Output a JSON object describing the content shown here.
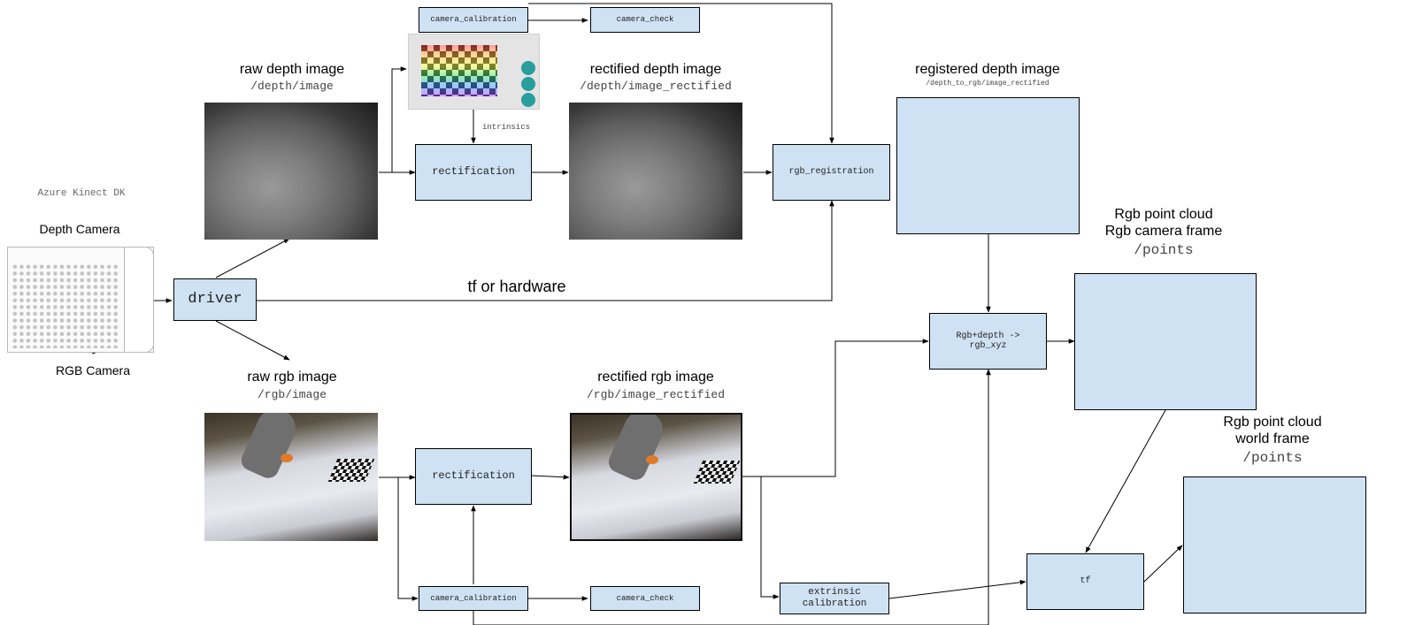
{
  "kinect": {
    "title": "Azure Kinect DK",
    "depth_label": "Depth Camera",
    "rgb_label": "RGB Camera"
  },
  "driver": "driver",
  "tf_label": "tf or hardware",
  "depth": {
    "raw_title": "raw depth image",
    "raw_topic": "/depth/image",
    "rectified_title": "rectified depth image",
    "rectified_topic": "/depth/image_rectified",
    "registered_title": "registered depth image",
    "registered_topic": "/depth_to_rgb/image_rectified"
  },
  "rgb": {
    "raw_title": "raw rgb image",
    "raw_topic": "/rgb/image",
    "rectified_title": "rectified rgb image",
    "rectified_topic": "/rgb/image_rectified"
  },
  "boxes": {
    "camera_calibration_top": "camera_calibration",
    "camera_check_top": "camera_check",
    "rectification_depth": "rectification",
    "rgb_registration": "rgb_registration",
    "rectification_rgb": "rectification",
    "camera_calibration_bottom": "camera_calibration",
    "camera_check_bottom": "camera_check",
    "rgb_xyz": "Rgb+depth ->\nrgb_xyz",
    "extrinsic_calibration": "extrinsic\ncalibration",
    "tf": "tf"
  },
  "intrinsics": "intrinsics",
  "cloud_camera": {
    "title_line1": "Rgb point cloud",
    "title_line2": "Rgb camera frame",
    "topic": "/points"
  },
  "cloud_world": {
    "title_line1": "Rgb point cloud",
    "title_line2": "world frame",
    "topic": "/points"
  },
  "colors": {
    "box_fill": "#cfe2f3",
    "line": "#000000",
    "background": "#ffffff"
  }
}
